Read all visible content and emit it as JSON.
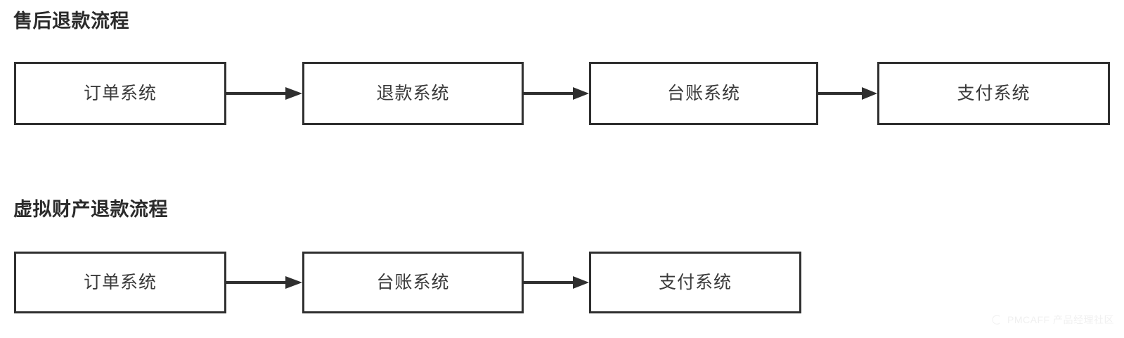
{
  "page": {
    "background_color": "#ffffff",
    "stroke_color": "#2f2f2f",
    "text_color": "#3a3a3a",
    "title_color": "#2b2b2b"
  },
  "diagram_data": {
    "type": "flowchart",
    "orientation": "left-to-right",
    "sections": [
      {
        "title": "售后退款流程",
        "nodes": [
          "订单系统",
          "退款系统",
          "台账系统",
          "支付系统"
        ],
        "edges": [
          {
            "from": "订单系统",
            "to": "退款系统",
            "style": "solid-arrow"
          },
          {
            "from": "退款系统",
            "to": "台账系统",
            "style": "solid-arrow"
          },
          {
            "from": "台账系统",
            "to": "支付系统",
            "style": "solid-arrow"
          }
        ]
      },
      {
        "title": "虚拟财产退款流程",
        "nodes": [
          "订单系统",
          "台账系统",
          "支付系统"
        ],
        "edges": [
          {
            "from": "订单系统",
            "to": "台账系统",
            "style": "solid-arrow"
          },
          {
            "from": "台账系统",
            "to": "支付系统",
            "style": "solid-arrow"
          }
        ]
      }
    ]
  },
  "watermark": {
    "text": "PMCAFF 产品经理社区",
    "logo_icon": "pmcaff-circle-logo",
    "color": "#f0f0f0"
  }
}
